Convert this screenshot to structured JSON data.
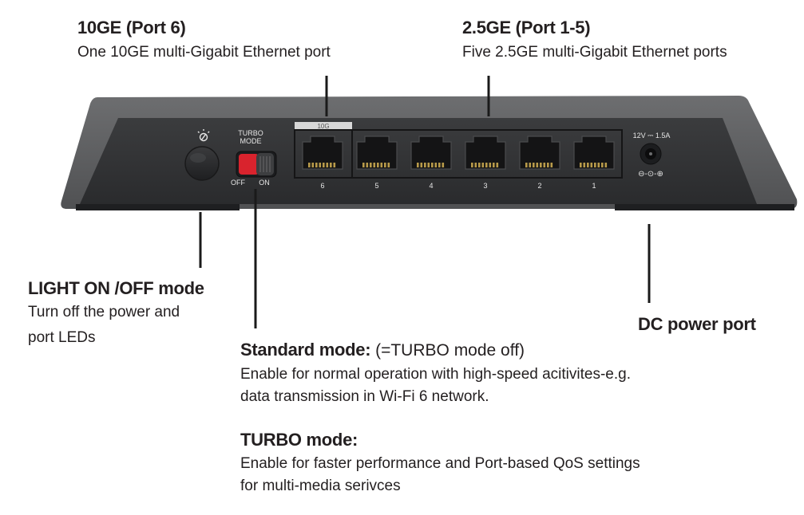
{
  "callouts": {
    "port10ge": {
      "title": "10GE (Port 6)",
      "desc": "One 10GE multi-Gigabit Ethernet port"
    },
    "port25ge": {
      "title": "2.5GE (Port 1-5)",
      "desc": "Five 2.5GE multi-Gigabit Ethernet ports"
    },
    "light": {
      "title": "LIGHT ON /OFF mode",
      "desc_lines": [
        "Turn off the power and",
        "port LEDs"
      ]
    },
    "dc": {
      "title": "DC power port"
    },
    "standard": {
      "title": "Standard mode:",
      "title_suffix": " (=TURBO mode off)",
      "desc_lines": [
        "Enable for normal operation with high-speed acitivites-e.g.",
        "data transmission in Wi-Fi 6 network."
      ]
    },
    "turbo": {
      "title": "TURBO mode:",
      "desc_lines": [
        "Enable for faster performance and Port-based QoS settings",
        "for multi-media serivces"
      ]
    }
  },
  "device": {
    "switch_label_top": "TURBO",
    "switch_label_bottom": "MODE",
    "switch_off": "OFF",
    "switch_on": "ON",
    "port10g_tag": "10G",
    "port_numbers": [
      "6",
      "5",
      "4",
      "3",
      "2",
      "1"
    ],
    "power_rating": "12V ⎓ 1.5A",
    "polarity": "⊖-⊙-⊕",
    "light_icon": "light-bulb-icon"
  },
  "colors": {
    "body_light": "#5e5f61",
    "body_dark": "#2f3032",
    "switch_red": "#d9232d",
    "text": "#231f20"
  }
}
